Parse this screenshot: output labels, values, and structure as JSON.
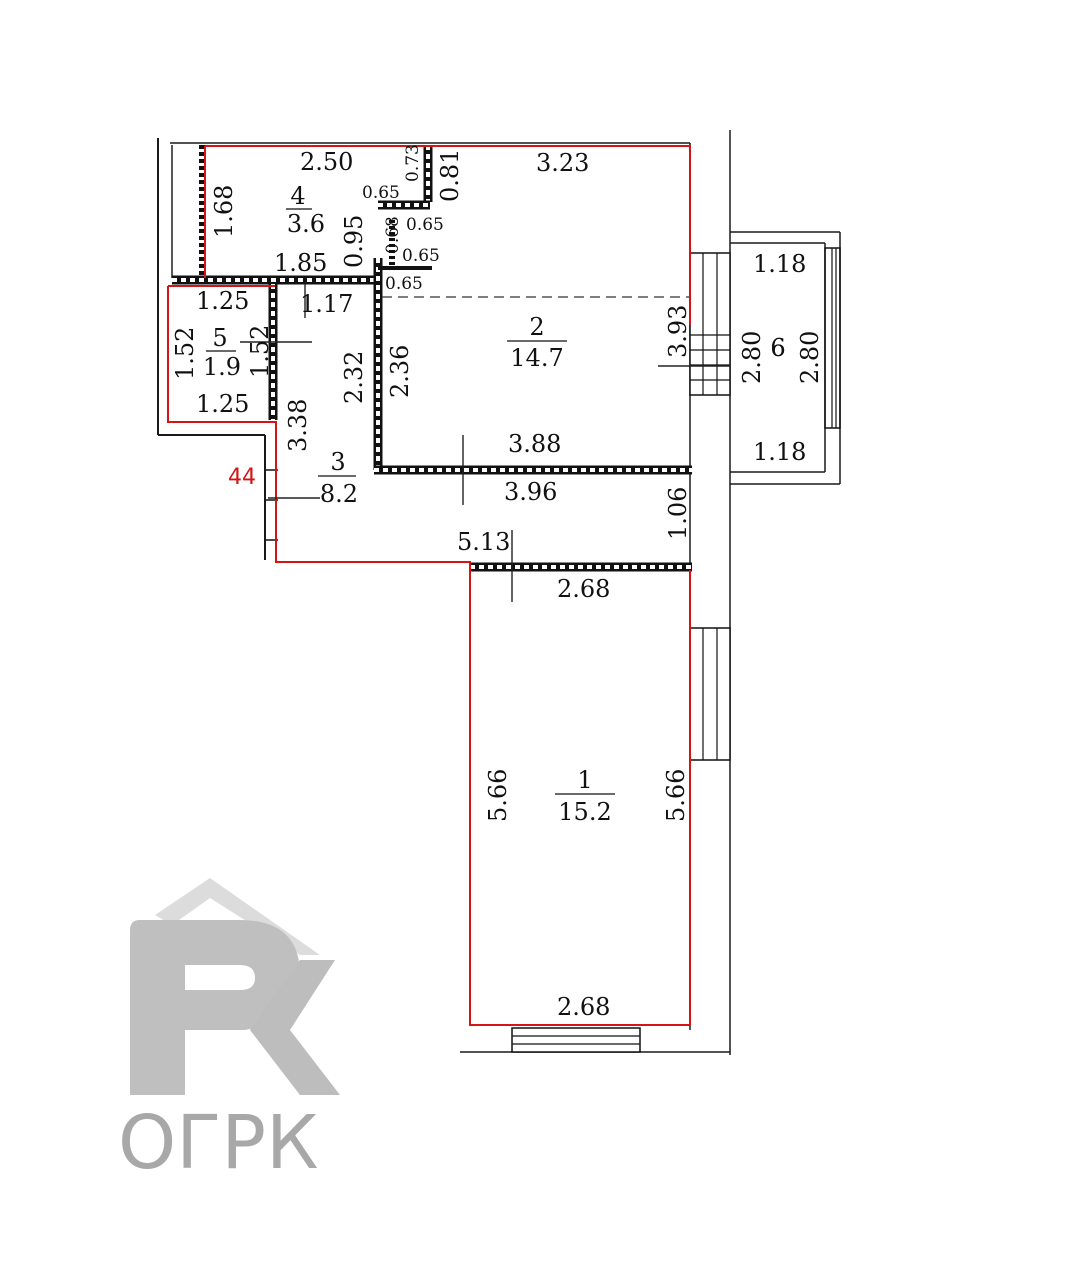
{
  "flat_number": "44",
  "colors": {
    "outline": "#d31515",
    "wall": "#1a1a1a",
    "logo": "#a8a8a8"
  },
  "rooms": [
    {
      "number": "1",
      "area": "15.2"
    },
    {
      "number": "2",
      "area": "14.7"
    },
    {
      "number": "3",
      "area": "8.2"
    },
    {
      "number": "4",
      "area": "3.6"
    },
    {
      "number": "5",
      "area": "1.9"
    },
    {
      "number": "6",
      "area": ""
    }
  ],
  "dimensions": {
    "r4_top": "2.50",
    "r4_left": "1.68",
    "r4_right": "0.95",
    "r4_bottom": "1.85",
    "niche_a": "0.73",
    "niche_b": "0.81",
    "niche_c": "0.65",
    "niche_d": "0.65",
    "niche_e": "0.68",
    "niche_f": "0.65",
    "niche_g": "0.65",
    "r2_top": "3.23",
    "r2_left": "2.36",
    "r2_right": "3.93",
    "r2_bottom": "3.88",
    "r5_top": "1.25",
    "r5_left": "1.52",
    "r5_right": "1.52",
    "r5_bottom": "1.25",
    "r3_top": "1.17",
    "r3_left": "3.38",
    "r3_mid": "2.32",
    "r3_right": "1.06",
    "r3_long_a": "3.96",
    "r3_long_b": "5.13",
    "r1_top": "2.68",
    "r1_left": "5.66",
    "r1_right": "5.66",
    "r1_bottom": "2.68",
    "balcony_top": "1.18",
    "balcony_bottom": "1.18",
    "balcony_inner": "2.80",
    "balcony_outer": "2.80"
  },
  "logo": {
    "text": "ОГРК",
    "icon": "house-rk-logo-icon"
  }
}
